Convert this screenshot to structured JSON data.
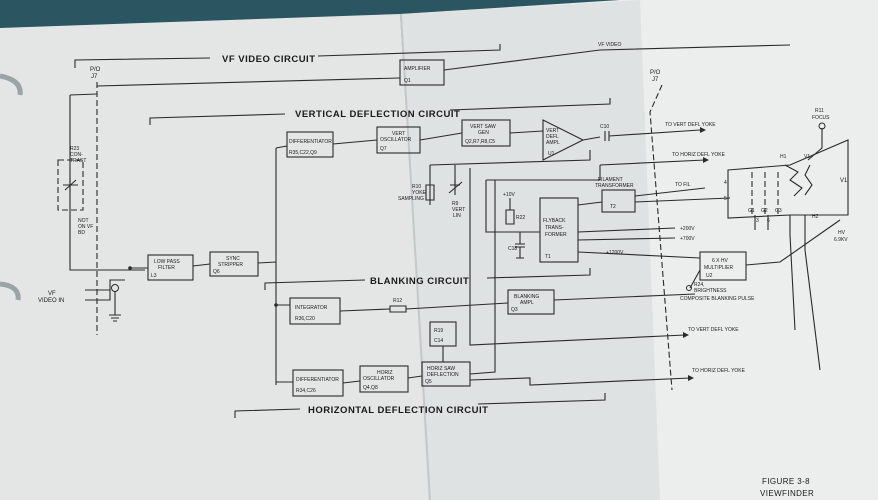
{
  "sections": {
    "vf_video": "VF VIDEO CIRCUIT",
    "vertical": "VERTICAL DEFLECTION CIRCUIT",
    "blanking": "BLANKING CIRCUIT",
    "horizontal": "HORIZONTAL DEFLECTION CIRCUIT"
  },
  "connector": {
    "po": "P/O",
    "j7": "J7"
  },
  "inputs": {
    "vf_video_in_1": "VF",
    "vf_video_in_2": "VIDEO IN"
  },
  "r23": {
    "name": "R23",
    "l1": "CON-",
    "l2": "TRAST",
    "note1": "NOT",
    "note2": "ON VF",
    "note3": "BD"
  },
  "blocks": {
    "amplifier": {
      "name": "AMPLIFIER",
      "ref": "Q1"
    },
    "differentiator_v": {
      "name": "DIFFERENTIATOR",
      "ref": "R35,C22,Q9"
    },
    "vert_osc": {
      "l1": "VERT",
      "l2": "OSCILLATOR",
      "ref": "Q7"
    },
    "vert_saw": {
      "l1": "VERT SAW",
      "l2": "GEN",
      "ref": "Q2,R7,R8,C5"
    },
    "vert_defl_ampl": {
      "l1": "VERT",
      "l2": "DEFL",
      "l3": "AMPL",
      "ref": "U1"
    },
    "low_pass": {
      "l1": "LOW PASS",
      "l2": "FILTER",
      "ref": "L3"
    },
    "sync_stripper": {
      "l1": "SYNC",
      "l2": "STRIPPER",
      "ref": "Q6"
    },
    "integrator": {
      "name": "INTEGRATOR",
      "ref": "R36,C20"
    },
    "blanking_ampl": {
      "l1": "BLANKING",
      "l2": "AMPL",
      "ref": "Q3"
    },
    "flyback": {
      "l1": "FLYBACK",
      "l2": "TRANS-",
      "l3": "FORMER",
      "ref": "T1"
    },
    "filament": {
      "l1": "FILAMENT",
      "l2": "TRANSFORMER",
      "ref": "T2"
    },
    "hv_mult": {
      "l1": "6 X HV",
      "l2": "MULTIPLIER",
      "ref": "U2"
    },
    "differentiator_h": {
      "name": "DIFFERENTIATOR",
      "ref": "R34,C26"
    },
    "horiz_osc": {
      "l1": "HORIZ",
      "l2": "OSCILLATOR",
      "ref": "Q4,Q8"
    },
    "horiz_saw": {
      "l1": "HORIZ SAW",
      "l2": "DEFLECTION",
      "ref": "Q5"
    },
    "r19": {
      "l1": "R19",
      "l2": "C14"
    }
  },
  "components": {
    "r10": {
      "l1": "R10",
      "l2": "YOKE",
      "l3": "SAMPLING"
    },
    "r9": {
      "l1": "R9",
      "l2": "VERT",
      "l3": "LIN"
    },
    "r12": "R12",
    "r22": "R22",
    "c10": "C10",
    "c18": "C18",
    "plus10v": "+10V",
    "r11": {
      "l1": "R11",
      "l2": "FOCUS"
    },
    "r24": {
      "l1": "R24,",
      "l2": "BRIGHTNESS"
    },
    "v1": "V1",
    "hv": {
      "l1": "HV",
      "l2": "6.9KV"
    }
  },
  "signals": {
    "vf_video_out": "VF VIDEO",
    "to_vert_defl_top": "TO VERT DEFL YOKE",
    "to_horiz_defl_top": "TO HORIZ DEFL YOKE",
    "to_fil": "TO FIL",
    "plus200v": "+200V",
    "plus700v": "+700V",
    "plus1200v": "+1200V",
    "composite_blanking": "COMPOSITE BLANKING PULSE",
    "to_vert_defl_bottom": "TO VERT DEFL YOKE",
    "to_horiz_defl_bottom": "TO HORIZ DEFL YOKE"
  },
  "crt_pins": {
    "h1": "H1",
    "v1": "V1",
    "g1": "G1",
    "g2": "G2",
    "g3": "G3",
    "h2": "H2",
    "p3": "3",
    "p6": "6",
    "p4": "4",
    "p5": "5"
  },
  "figure": {
    "l1": "FIGURE 3-8",
    "l2": "VIEWFINDER"
  },
  "colors": {
    "paper": "#e9ecec",
    "paper_left": "#e4e6e6",
    "background": "#2b5560",
    "ink": "#2a2a2a"
  }
}
